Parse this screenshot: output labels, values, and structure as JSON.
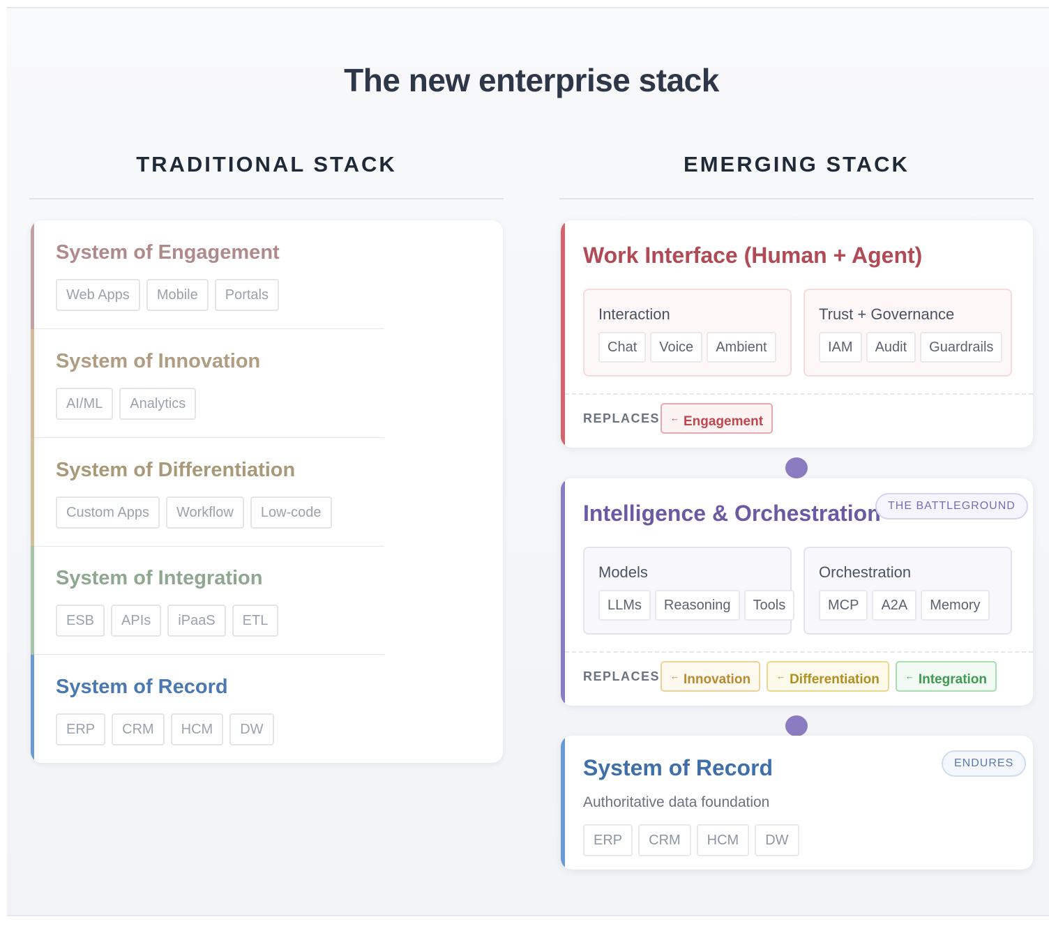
{
  "title": "The new enterprise stack",
  "traditional": {
    "heading": "TRADITIONAL STACK",
    "rows": [
      {
        "title": "System of Engagement",
        "color": "#b08a8a",
        "bar": "#c4a0a0",
        "chips": [
          "Web Apps",
          "Mobile",
          "Portals"
        ]
      },
      {
        "title": "System of Innovation",
        "color": "#b09c80",
        "bar": "#d2bb98",
        "chips": [
          "AI/ML",
          "Analytics"
        ]
      },
      {
        "title": "System of Differentiation",
        "color": "#a89a78",
        "bar": "#cfc095",
        "chips": [
          "Custom Apps",
          "Workflow",
          "Low-code"
        ]
      },
      {
        "title": "System of Integration",
        "color": "#8ea890",
        "bar": "#a6c4aa",
        "chips": [
          "ESB",
          "APIs",
          "iPaaS",
          "ETL"
        ]
      },
      {
        "title": "System of Record",
        "color": "#4a78b0",
        "bar": "#6a9ad4",
        "chips": [
          "ERP",
          "CRM",
          "HCM",
          "DW"
        ]
      }
    ]
  },
  "emerging": {
    "heading": "EMERGING STACK",
    "work": {
      "title": "Work Interface (Human + Agent)",
      "color": "#b04a55",
      "accent": "#d4646e",
      "boxes": [
        {
          "title": "Interaction",
          "chips": [
            "Chat",
            "Voice",
            "Ambient"
          ]
        },
        {
          "title": "Trust + Governance",
          "chips": [
            "IAM",
            "Audit",
            "Guardrails"
          ]
        }
      ],
      "replaces_label": "REPLACES:",
      "replaces": [
        {
          "label": "Engagement",
          "color": "#c0454f",
          "border": "#e8a8ad",
          "bg": "#fdf3f3"
        }
      ]
    },
    "intel": {
      "title": "Intelligence & Orchestration",
      "color": "#6a5aa4",
      "accent": "#8a7cc0",
      "badge": "THE BATTLEGROUND",
      "boxes": [
        {
          "title": "Models",
          "chips": [
            "LLMs",
            "Reasoning",
            "Tools"
          ]
        },
        {
          "title": "Orchestration",
          "chips": [
            "MCP",
            "A2A",
            "Memory"
          ]
        }
      ],
      "replaces_label": "REPLACES:",
      "replaces": [
        {
          "label": "Innovation",
          "color": "#b98a30",
          "border": "#ecd29a",
          "bg": "#fdf9ee"
        },
        {
          "label": "Differentiation",
          "color": "#b08f20",
          "border": "#ead88c",
          "bg": "#fdfaec"
        },
        {
          "label": "Integration",
          "color": "#3f9a52",
          "border": "#a8dcb2",
          "bg": "#f1fbf3"
        }
      ]
    },
    "record": {
      "title": "System of Record",
      "color": "#3f6fa8",
      "accent": "#6a9ad4",
      "badge": "ENDURES",
      "subtitle": "Authoritative data foundation",
      "chips": [
        "ERP",
        "CRM",
        "HCM",
        "DW"
      ]
    }
  }
}
